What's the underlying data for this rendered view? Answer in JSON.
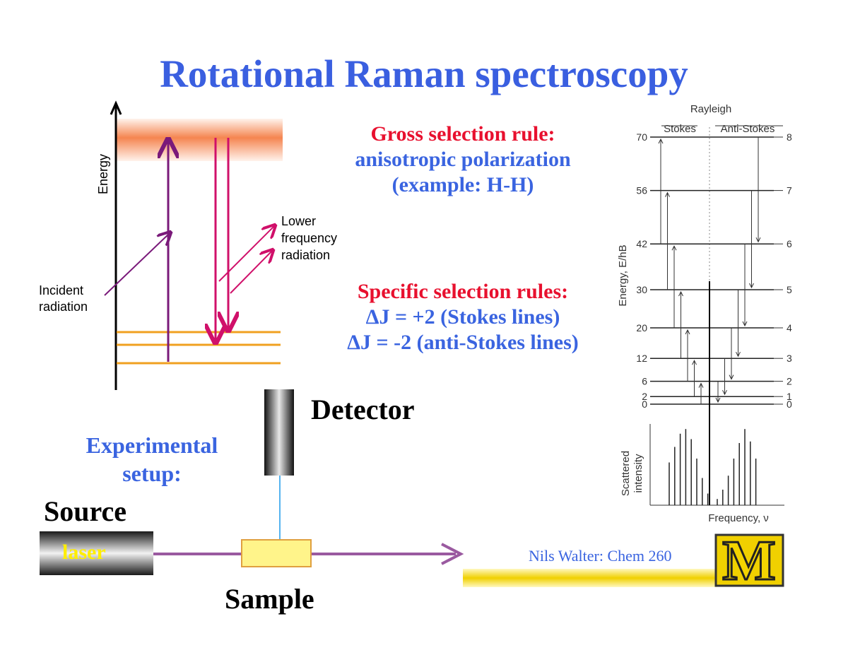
{
  "slide": {
    "title": "Rotational Raman spectroscopy"
  },
  "gross_rule": {
    "heading": "Gross selection rule:",
    "line1": "anisotropic polarization",
    "line2": "(example: H-H)"
  },
  "specific_rules": {
    "heading": "Specific selection rules:",
    "line1": "ΔJ = +2 (Stokes lines)",
    "line2": "ΔJ = -2 (anti-Stokes lines)"
  },
  "energy_diagram": {
    "axis_label": "Energy",
    "incident_line1": "Incident",
    "incident_line2": "radiation",
    "lower_line1": "Lower",
    "lower_line2": "frequency",
    "lower_line3": "radiation"
  },
  "level_diagram": {
    "rayleigh": "Rayleigh",
    "stokes": "Stokes",
    "anti_stokes": "Anti-Stokes",
    "y_label": "Energy, E/hB",
    "intensity_label_1": "Scattered",
    "intensity_label_2": "intensity",
    "x_label": "Frequency, ν",
    "energies": [
      "70",
      "56",
      "42",
      "30",
      "20",
      "12",
      "6",
      "2",
      "0"
    ],
    "j_values": [
      "8",
      "7",
      "6",
      "5",
      "4",
      "3",
      "2",
      "1",
      "0"
    ],
    "stokes_intensities": [
      0.55,
      0.75,
      0.92,
      0.98,
      0.85,
      0.6,
      0.35,
      0.15
    ],
    "anti_stokes_intensities": [
      0.08,
      0.2,
      0.38,
      0.6,
      0.8,
      0.98,
      0.82,
      0.6
    ]
  },
  "setup": {
    "label_line1": "Experimental",
    "label_line2": "setup:",
    "detector": "Detector",
    "source": "Source",
    "laser": "laser",
    "sample": "Sample"
  },
  "footer": {
    "credit": "Nils Walter: Chem 260",
    "logo": "M"
  },
  "colors": {
    "title": "#3a5fe0",
    "red_text": "#e8102e",
    "purple_arrow": "#7a1a7a",
    "magenta_arrow": "#d0106a",
    "orange_level": "#f0a020",
    "beam": "#9a5aa0",
    "maize": "#f0d000"
  }
}
